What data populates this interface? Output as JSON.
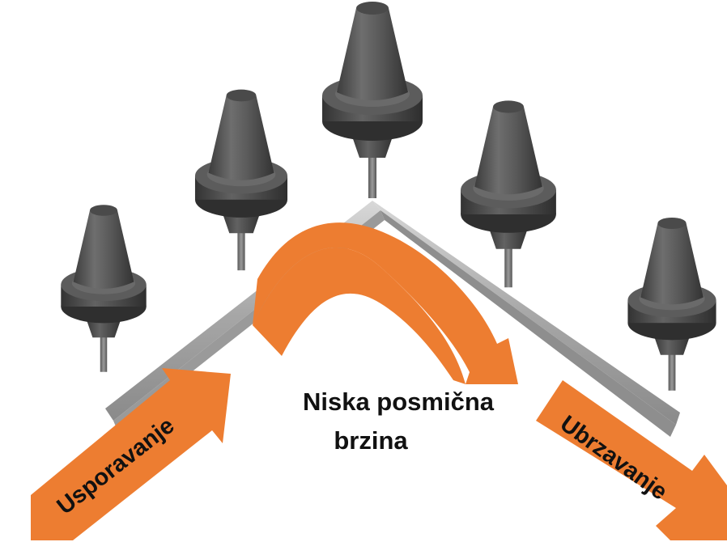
{
  "labels": {
    "deceleration": "Usporavanje",
    "acceleration": "Ubrzavanje",
    "center_line1": "Niska posmična",
    "center_line2": "brzina"
  },
  "colors": {
    "arrow": "#ED7D31",
    "tool_body": "#555555",
    "tool_dark": "#3a3a3a",
    "tool_light": "#7a7a7a",
    "rail": "#b8b8b8",
    "text": "#111111"
  },
  "tools": {
    "count": 5
  }
}
